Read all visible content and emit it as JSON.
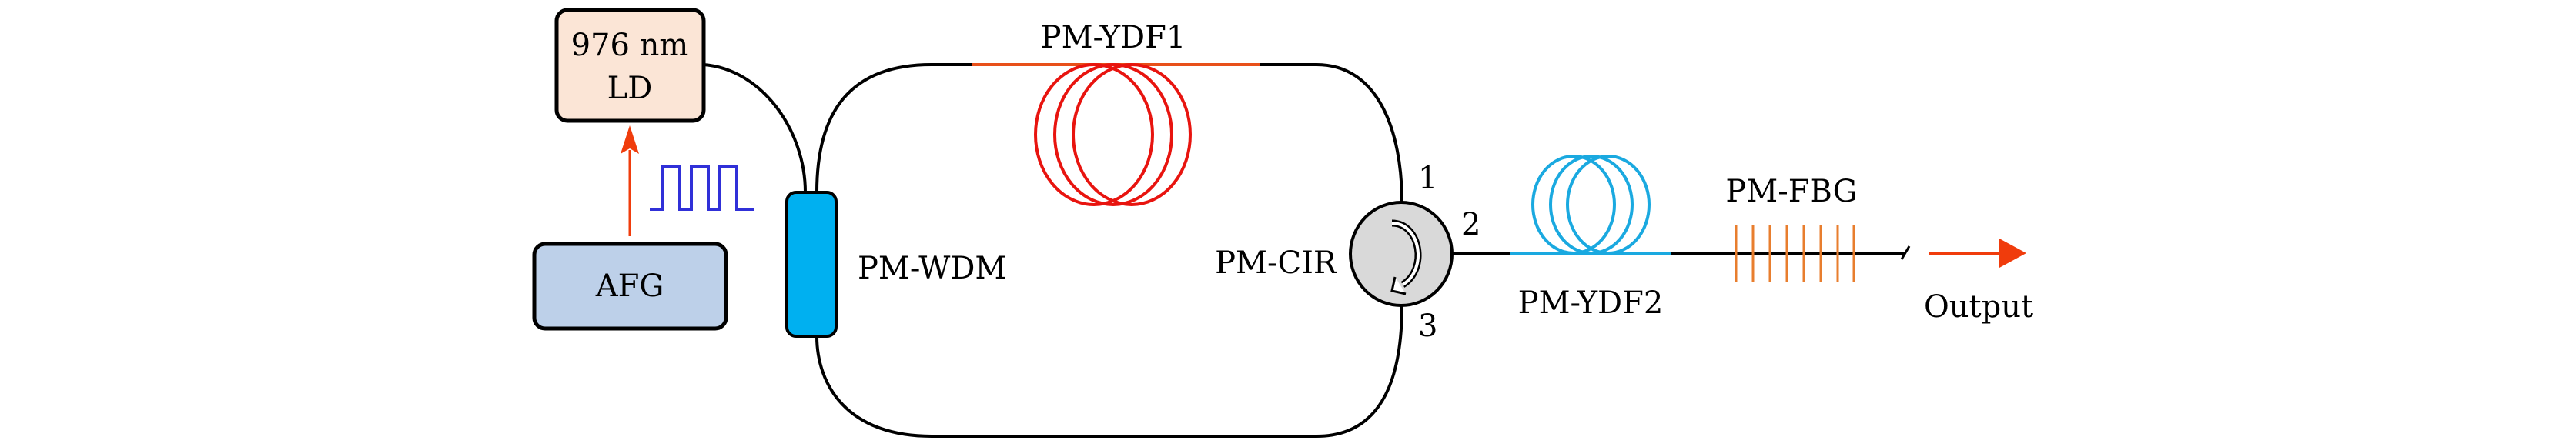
{
  "labels": {
    "ld_line1": "976 nm",
    "ld_line2": "LD",
    "afg": "AFG",
    "wdm": "PM-WDM",
    "ydf1": "PM-YDF1",
    "cir": "PM-CIR",
    "port1": "1",
    "port2": "2",
    "port3": "3",
    "ydf2": "PM-YDF2",
    "fbg": "PM-FBG",
    "output": "Output"
  },
  "colors": {
    "ld_fill": "#fbe5d6",
    "afg_fill": "#bdd0e9",
    "wdm_fill": "#00b0f0",
    "ydf1": "#e8140f",
    "ydf2": "#1aa9e0",
    "fbg": "#e87e2e",
    "pump_arrow": "#f03c0c",
    "square_wave": "#3030d8",
    "circulator_fill": "#d9d9d9"
  }
}
